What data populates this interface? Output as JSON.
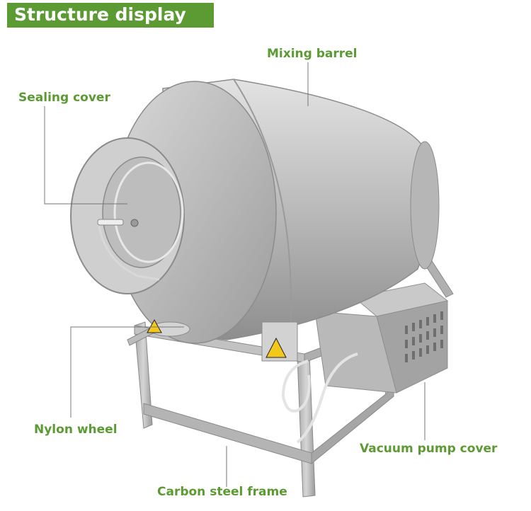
{
  "header": {
    "title": "Structure display"
  },
  "labels": {
    "mixing_barrel": "Mixing barrel",
    "sealing_cover": "Sealing cover",
    "nylon_wheel": "Nylon wheel",
    "vacuum_pump_cover": "Vacuum pump cover",
    "carbon_steel_frame": "Carbon steel frame"
  },
  "colors": {
    "accent_green": "#5c9a33",
    "steel": "#b8b8b8",
    "warning_yellow": "#f2c81a"
  }
}
